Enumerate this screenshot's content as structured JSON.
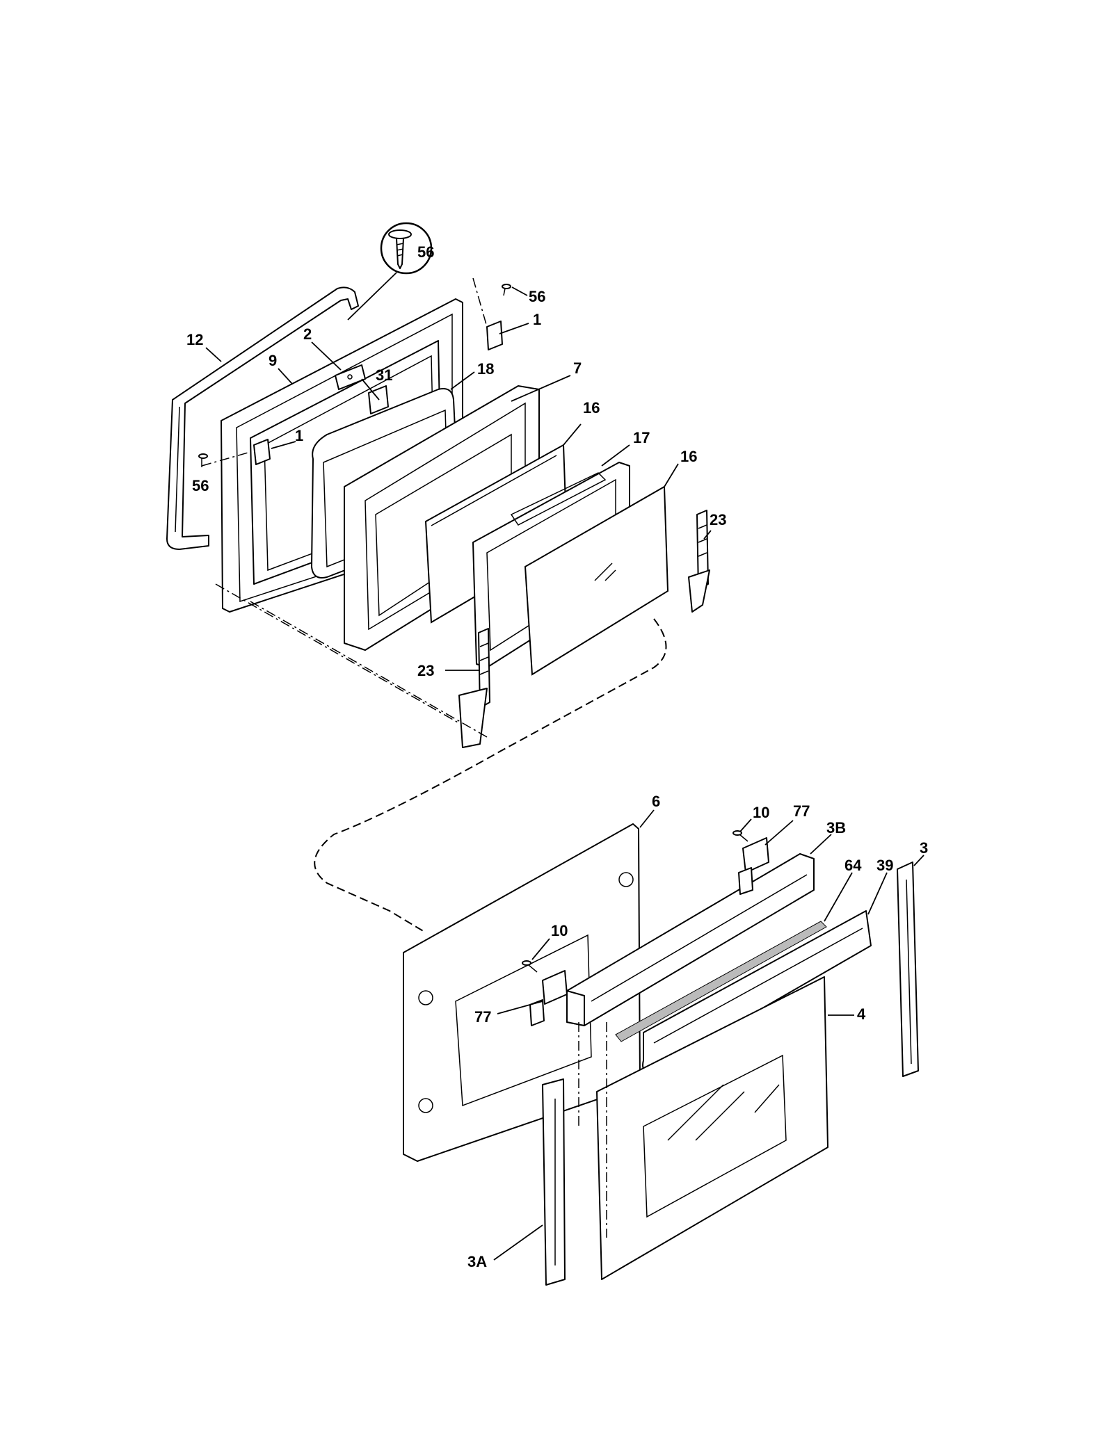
{
  "callouts": {
    "c56_zoom": "56",
    "c56_top": "56",
    "c1_top": "1",
    "c12": "12",
    "c2": "2",
    "c9": "9",
    "c31": "31",
    "c18": "18",
    "c7": "7",
    "c16_a": "16",
    "c1_mid": "1",
    "c17": "17",
    "c16_b": "16",
    "c56_left": "56",
    "c23_right": "23",
    "c23_left": "23",
    "c6": "6",
    "c10_top": "10",
    "c77_top": "77",
    "c3B": "3B",
    "c64": "64",
    "c39": "39",
    "c3": "3",
    "c10_mid": "10",
    "c77_mid": "77",
    "c4": "4",
    "c3A": "3A"
  }
}
